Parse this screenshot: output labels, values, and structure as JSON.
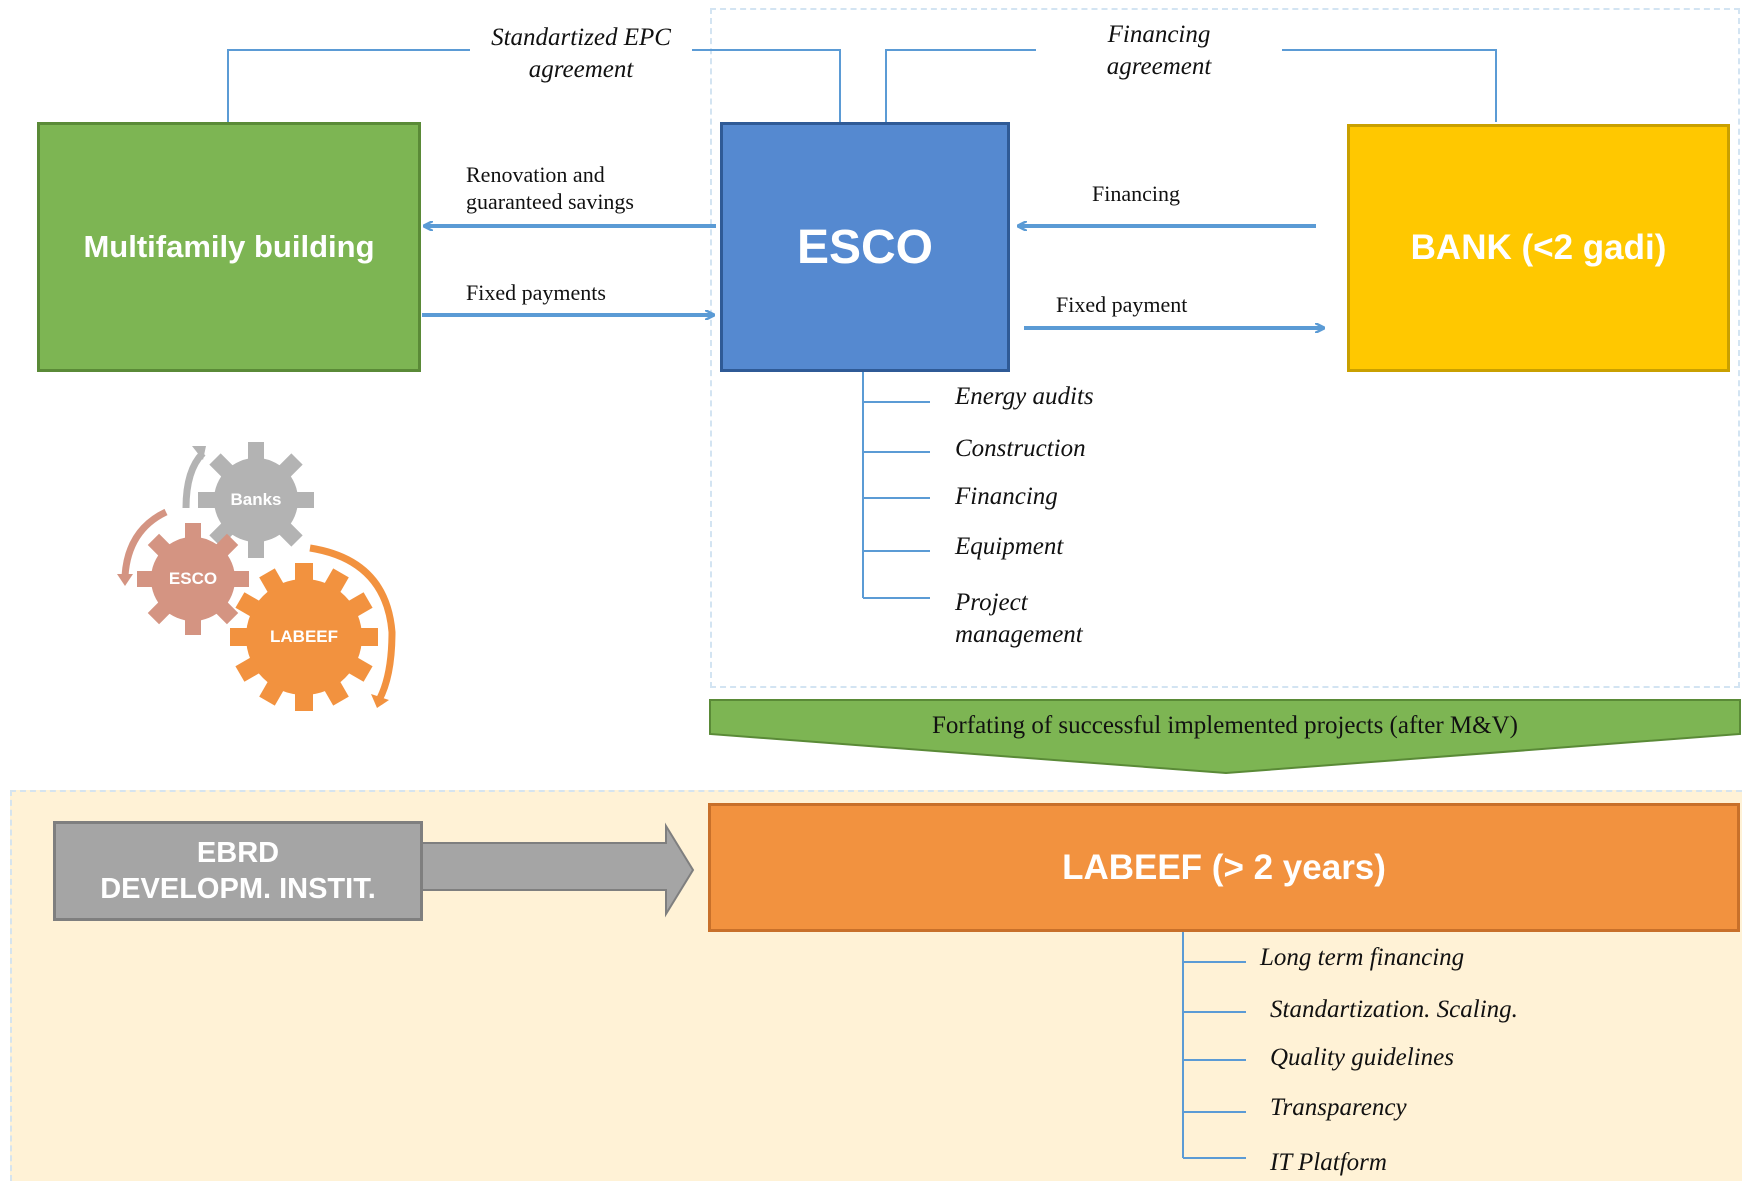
{
  "boxes": {
    "multifamily": "Multifamily building",
    "esco": "ESCO",
    "bank": "BANK (<2 gadi)",
    "ebrd_line1": "EBRD",
    "ebrd_line2": "DEVELOPM. INSTIT.",
    "labeef": "LABEEF (> 2 years)"
  },
  "agreements": {
    "epc_line1": "Standartized EPC",
    "epc_line2": "agreement",
    "financing_line1": "Financing",
    "financing_line2": "agreement"
  },
  "flows": {
    "renovation_line1": "Renovation and",
    "renovation_line2": "guaranteed savings",
    "fixed_payments": "Fixed payments",
    "financing": "Financing",
    "fixed_payment": "Fixed payment"
  },
  "forfaiting": "Forfating of successful implemented projects (after M&V)",
  "esco_services": [
    "Energy audits",
    "Construction",
    "Financing",
    "Equipment",
    "Project",
    "management"
  ],
  "labeef_services": [
    "Long term financing",
    "Standartization. Scaling.",
    "Quality guidelines",
    "Transparency",
    "IT Platform"
  ],
  "gears": {
    "banks": "Banks",
    "esco": "ESCO",
    "labeef": "LABEEF"
  },
  "colors": {
    "green": "#7db553",
    "green_border": "#5a8a37",
    "blue": "#5589d0",
    "blue_border": "#2f5a96",
    "yellow": "#ffc800",
    "yellow_border": "#c9a000",
    "orange": "#f2923f",
    "orange_border": "#c8702a",
    "gray": "#a5a5a5",
    "gray_border": "#7f7f7f",
    "connector": "#5b9bd5",
    "bottom_panel": "#fff2d6",
    "gear_gray": "#b3b3b3",
    "gear_brown": "#d49482"
  }
}
